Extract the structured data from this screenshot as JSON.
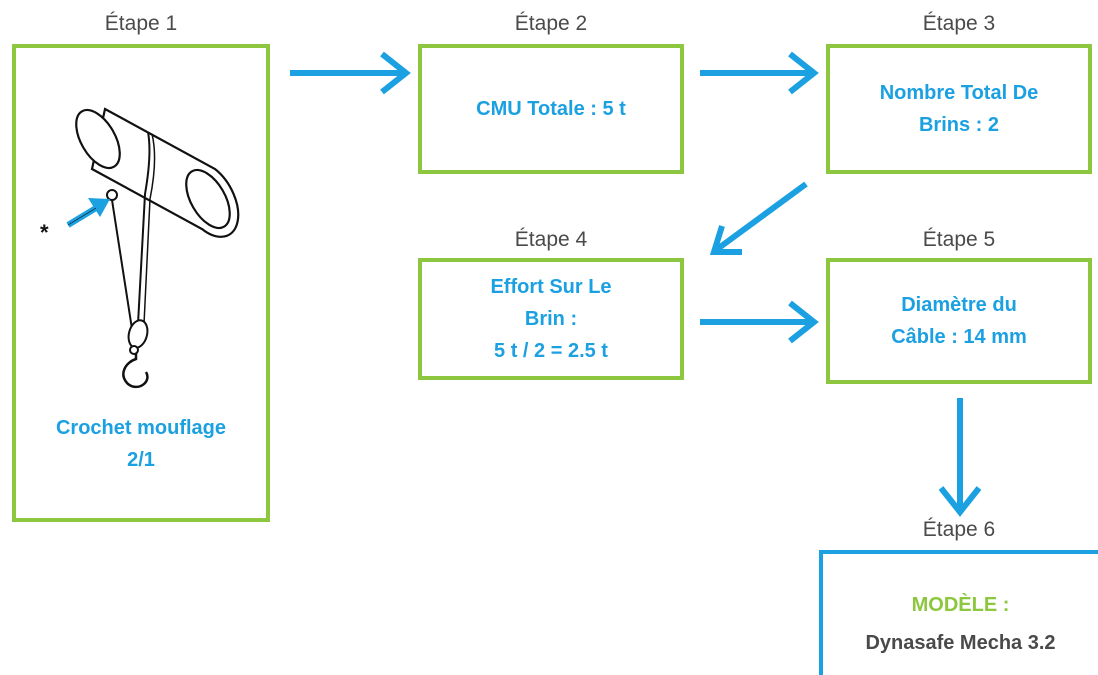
{
  "steps": [
    {
      "label": "Étape 1",
      "lines": [
        "Crochet mouflage",
        "2/1"
      ],
      "marker": "*"
    },
    {
      "label": "Étape 2",
      "lines": [
        "CMU Totale : 5 t"
      ]
    },
    {
      "label": "Étape 3",
      "lines": [
        "Nombre Total De",
        "Brins : 2"
      ]
    },
    {
      "label": "Étape 4",
      "lines": [
        "Effort Sur Le",
        "Brin :",
        "5 t / 2 = 2.5 t"
      ]
    },
    {
      "label": "Étape 5",
      "lines": [
        "Diamètre du",
        "Câble : 14 mm"
      ]
    },
    {
      "label": "Étape 6",
      "model_label": "MODÈLE :",
      "model_name": "Dynasafe Mecha 3.2"
    }
  ],
  "colors": {
    "box_border": "#8dc63f",
    "arrow": "#1ba0e1",
    "text_blue": "#1ba0e1",
    "text_green": "#8dc63f",
    "text_gray": "#4a4a4a"
  },
  "icons": {
    "illustration": "hook-pulley-icon",
    "arrow": "arrow-icon"
  }
}
